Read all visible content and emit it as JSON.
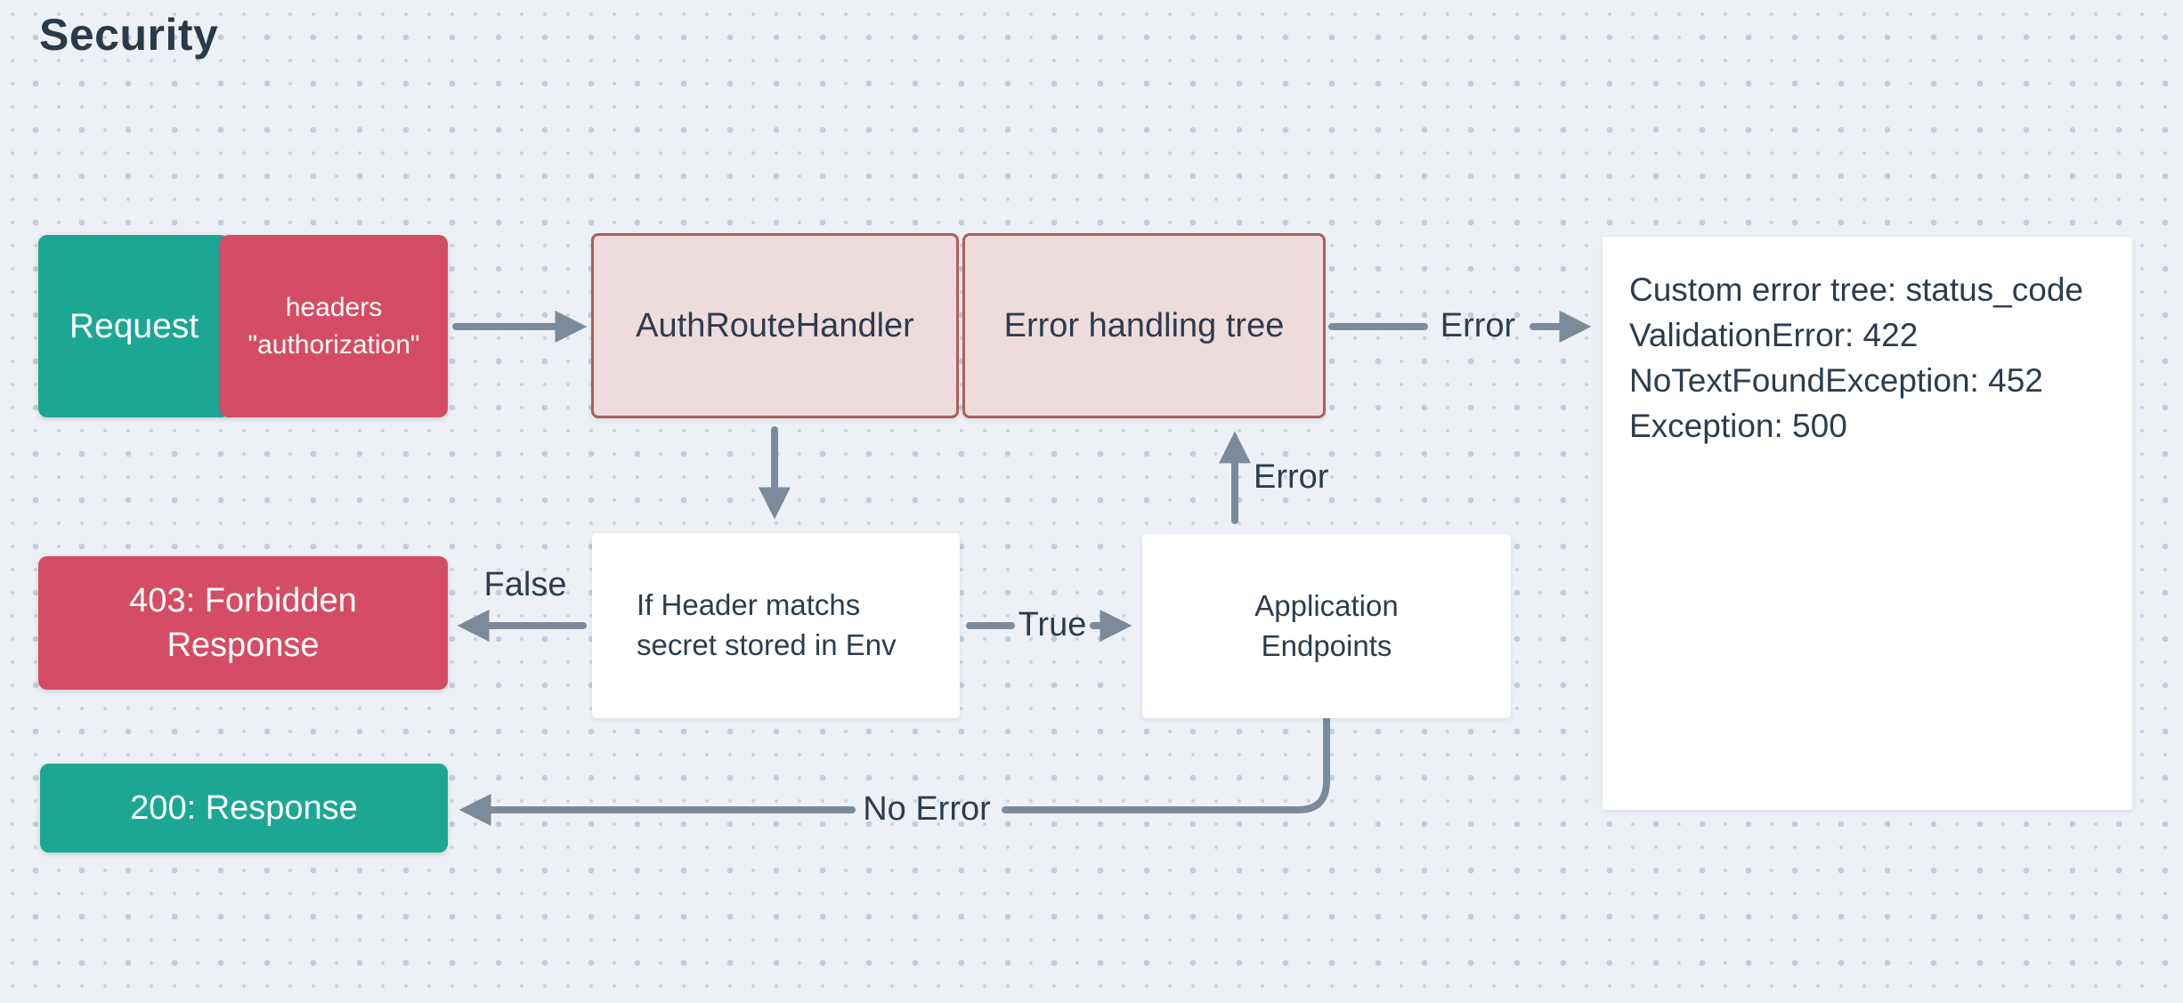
{
  "canvas": {
    "title": "Security"
  },
  "colors": {
    "background": "#edf1f5",
    "grid_dot": "#c3cdd9",
    "teal": "#1ca794",
    "red": "#d54d64",
    "pink_fill": "#eddcdb",
    "pink_border": "#aa5f5f",
    "arrow": "#7c8b9b",
    "text_dark": "#2d3c4e",
    "text_light": "#ffffff"
  },
  "nodes": {
    "request": {
      "label": "Request"
    },
    "request_headers": {
      "label": "headers \"authorization\""
    },
    "auth_route_handler": {
      "label": "AuthRouteHandler"
    },
    "error_handling_tree": {
      "label": "Error handling tree"
    },
    "custom_error_tree": {
      "lines": [
        "Custom error tree: status_code",
        "ValidationError: 422",
        "NoTextFoundException: 452",
        "Exception: 500"
      ]
    },
    "header_check": {
      "label": "If Header matchs secret stored in Env"
    },
    "forbidden_response": {
      "label": "403: Forbidden Response"
    },
    "application_endpoints": {
      "label": "Application Endpoints"
    },
    "ok_response": {
      "label": "200: Response"
    }
  },
  "edge_labels": {
    "tree_error_out": "Error",
    "endpoints_error_up": "Error",
    "check_false": "False",
    "check_true": "True",
    "no_error": "No Error"
  }
}
